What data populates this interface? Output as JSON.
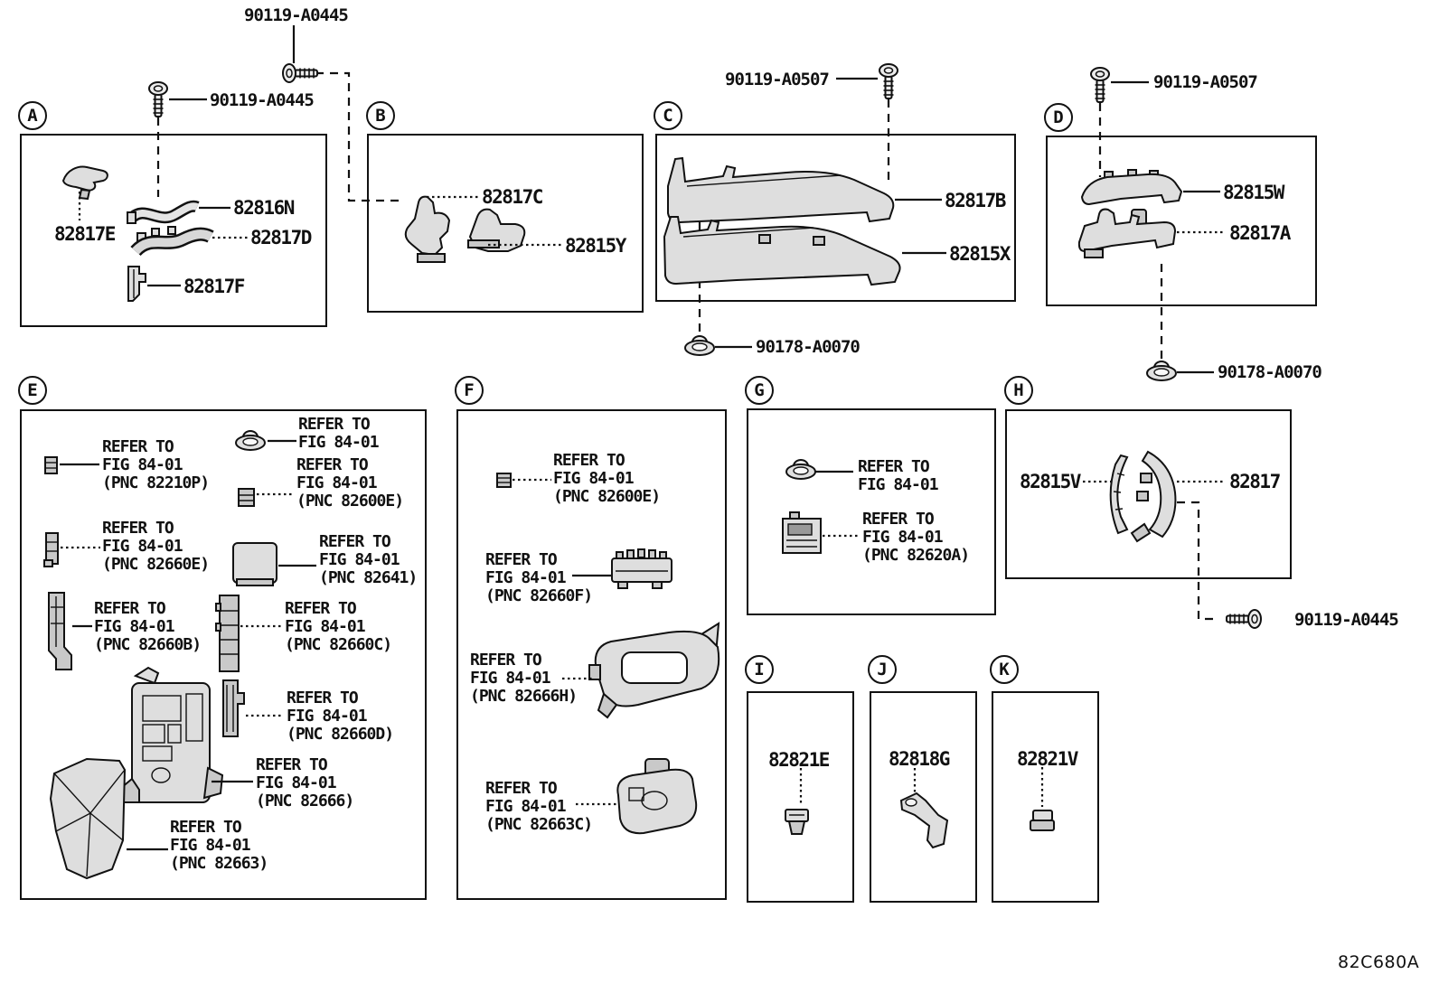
{
  "doc": {
    "figure_code": "82C680A"
  },
  "fasteners": {
    "top_a": "90119-A0445",
    "side_a": "90119-A0445",
    "top_c": "90119-A0507",
    "top_d": "90119-A0507",
    "clip_c": "90178-A0070",
    "clip_d": "90178-A0070",
    "screw_h": "90119-A0445"
  },
  "sections": {
    "A": {
      "letter": "A",
      "parts": [
        "82817E",
        "82816N",
        "82817D",
        "82817F"
      ]
    },
    "B": {
      "letter": "B",
      "parts": [
        "82817C",
        "82815Y"
      ]
    },
    "C": {
      "letter": "C",
      "parts": [
        "82817B",
        "82815X"
      ]
    },
    "D": {
      "letter": "D",
      "parts": [
        "82815W",
        "82817A"
      ]
    },
    "E": {
      "letter": "E",
      "refs": [
        [
          "REFER TO",
          "FIG 84-01",
          "(PNC 82210P)"
        ],
        [
          "REFER TO",
          "FIG 84-01"
        ],
        [
          "REFER TO",
          "FIG 84-01",
          "(PNC 82600E)"
        ],
        [
          "REFER TO",
          "FIG 84-01",
          "(PNC 82660E)"
        ],
        [
          "REFER TO",
          "FIG 84-01",
          "(PNC 82641)"
        ],
        [
          "REFER TO",
          "FIG 84-01",
          "(PNC 82660B)"
        ],
        [
          "REFER TO",
          "FIG 84-01",
          "(PNC 82660C)"
        ],
        [
          "REFER TO",
          "FIG 84-01",
          "(PNC 82660D)"
        ],
        [
          "REFER TO",
          "FIG 84-01",
          "(PNC 82666)"
        ],
        [
          "REFER TO",
          "FIG 84-01",
          "(PNC 82663)"
        ]
      ]
    },
    "F": {
      "letter": "F",
      "refs": [
        [
          "REFER TO",
          "FIG 84-01",
          "(PNC 82600E)"
        ],
        [
          "REFER TO",
          "FIG 84-01",
          "(PNC 82660F)"
        ],
        [
          "REFER TO",
          "FIG 84-01",
          "(PNC 82666H)"
        ],
        [
          "REFER TO",
          "FIG 84-01",
          "(PNC 82663C)"
        ]
      ]
    },
    "G": {
      "letter": "G",
      "refs": [
        [
          "REFER TO",
          "FIG 84-01"
        ],
        [
          "REFER TO",
          "FIG 84-01",
          "(PNC 82620A)"
        ]
      ]
    },
    "H": {
      "letter": "H",
      "parts": [
        "82815V",
        "82817"
      ]
    },
    "I": {
      "letter": "I",
      "parts": [
        "82821E"
      ]
    },
    "J": {
      "letter": "J",
      "parts": [
        "82818G"
      ]
    },
    "K": {
      "letter": "K",
      "parts": [
        "82821V"
      ]
    }
  }
}
